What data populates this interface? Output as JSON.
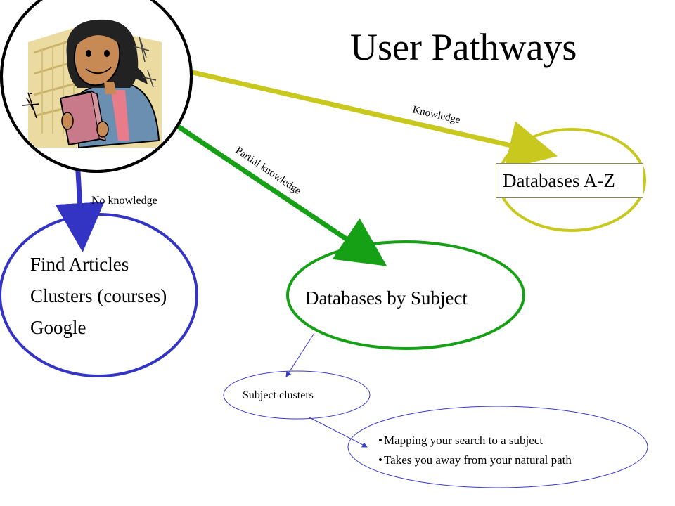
{
  "title": "User Pathways",
  "labels": {
    "knowledge": "Knowledge",
    "partial_knowledge": "Partial knowledge",
    "no_knowledge": "No knowledge"
  },
  "nodes": {
    "databases_az": "Databases A-Z",
    "databases_by_subject": "Databases by Subject",
    "left_items": [
      "Find Articles",
      "Clusters (courses)",
      "Google"
    ],
    "subject_clusters": "Subject clusters",
    "notes": [
      "Mapping your search to a subject",
      "Takes you away from your natural path"
    ]
  },
  "colors": {
    "yellow": "#c8c81e",
    "green": "#16a016",
    "blue": "#3434c4",
    "thin_blue": "#3a3ad0"
  },
  "icons": {
    "user": "woman-with-books-illustration"
  }
}
